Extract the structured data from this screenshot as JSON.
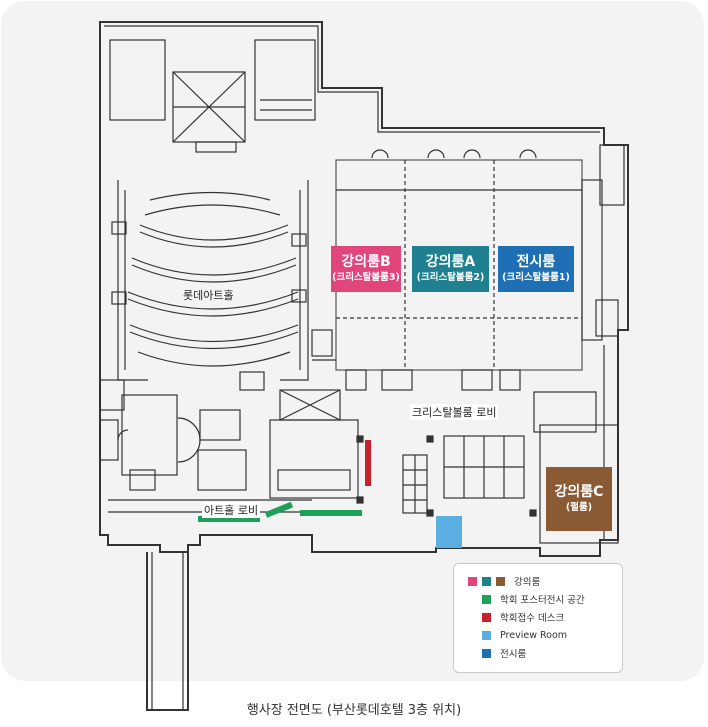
{
  "rooms": {
    "room_b": {
      "title": "강의룸B",
      "sub": "(크리스탈볼룸3)",
      "color": "#e0457b"
    },
    "room_a": {
      "title": "강의룸A",
      "sub": "(크리스탈볼룸2)",
      "color": "#1e8090"
    },
    "exhibit": {
      "title": "전시룸",
      "sub": "(크리스탈볼룸1)",
      "color": "#1f6fb5"
    },
    "room_c": {
      "title": "강의룸C",
      "sub": "(펄룸)",
      "color": "#8a5a34"
    }
  },
  "labels": {
    "lotte_hall": "롯데아트홀",
    "crystal_lobby": "크리스탈볼룸 로비",
    "art_hall_lobby": "아트홀 로비"
  },
  "legend": {
    "lecture": {
      "text": "강의룸",
      "colors": [
        "#e0457b",
        "#1e8090",
        "#8a5a34"
      ]
    },
    "poster": {
      "text": "학회 포스터전시 공간",
      "color": "#1fa05a"
    },
    "registration": {
      "text": "학회접수 데스크",
      "color": "#c8202c"
    },
    "preview": {
      "text": "Preview Room",
      "color": "#5aaee0"
    },
    "exhibition": {
      "text": "전시룸",
      "color": "#1f6fb5"
    }
  },
  "caption": "행사장 전면도 (부산롯데호텔 3층 위치)"
}
